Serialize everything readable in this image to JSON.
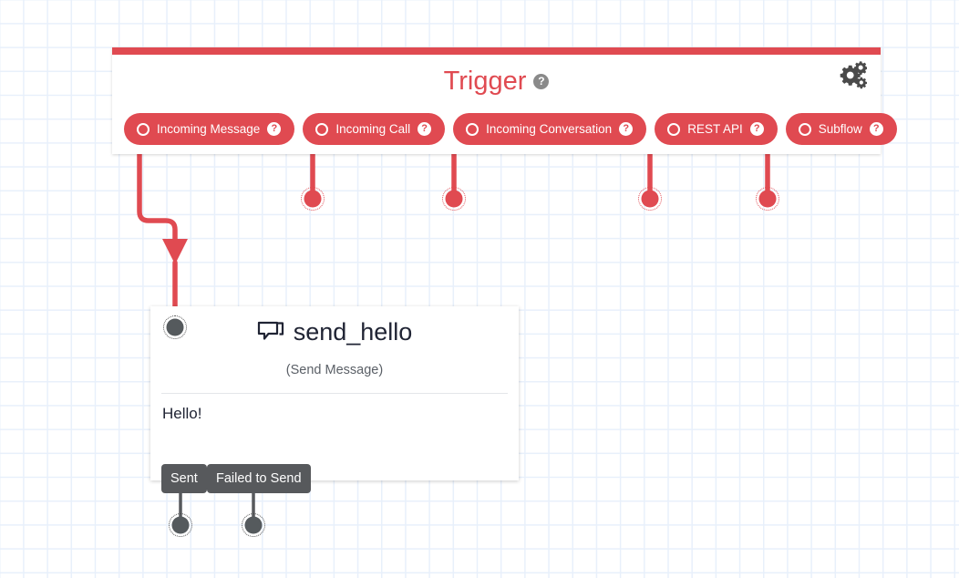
{
  "canvas": {
    "grid_color": "#e8f0fb",
    "background": "#ffffff"
  },
  "trigger_panel": {
    "title": "Trigger",
    "help_glyph": "?",
    "accent_color": "#e04a51",
    "settings_icon": "gears-icon",
    "triggers": [
      {
        "label": "Incoming Message",
        "help_glyph": "?"
      },
      {
        "label": "Incoming Call",
        "help_glyph": "?"
      },
      {
        "label": "Incoming Conversation",
        "help_glyph": "?"
      },
      {
        "label": "REST API",
        "help_glyph": "?"
      },
      {
        "label": "Subflow",
        "help_glyph": "?"
      }
    ]
  },
  "node": {
    "title": "send_hello",
    "icon": "chat-bubble-icon",
    "subtitle": "(Send Message)",
    "body": "Hello!",
    "exits": [
      {
        "label": "Sent"
      },
      {
        "label": "Failed to Send"
      }
    ]
  }
}
